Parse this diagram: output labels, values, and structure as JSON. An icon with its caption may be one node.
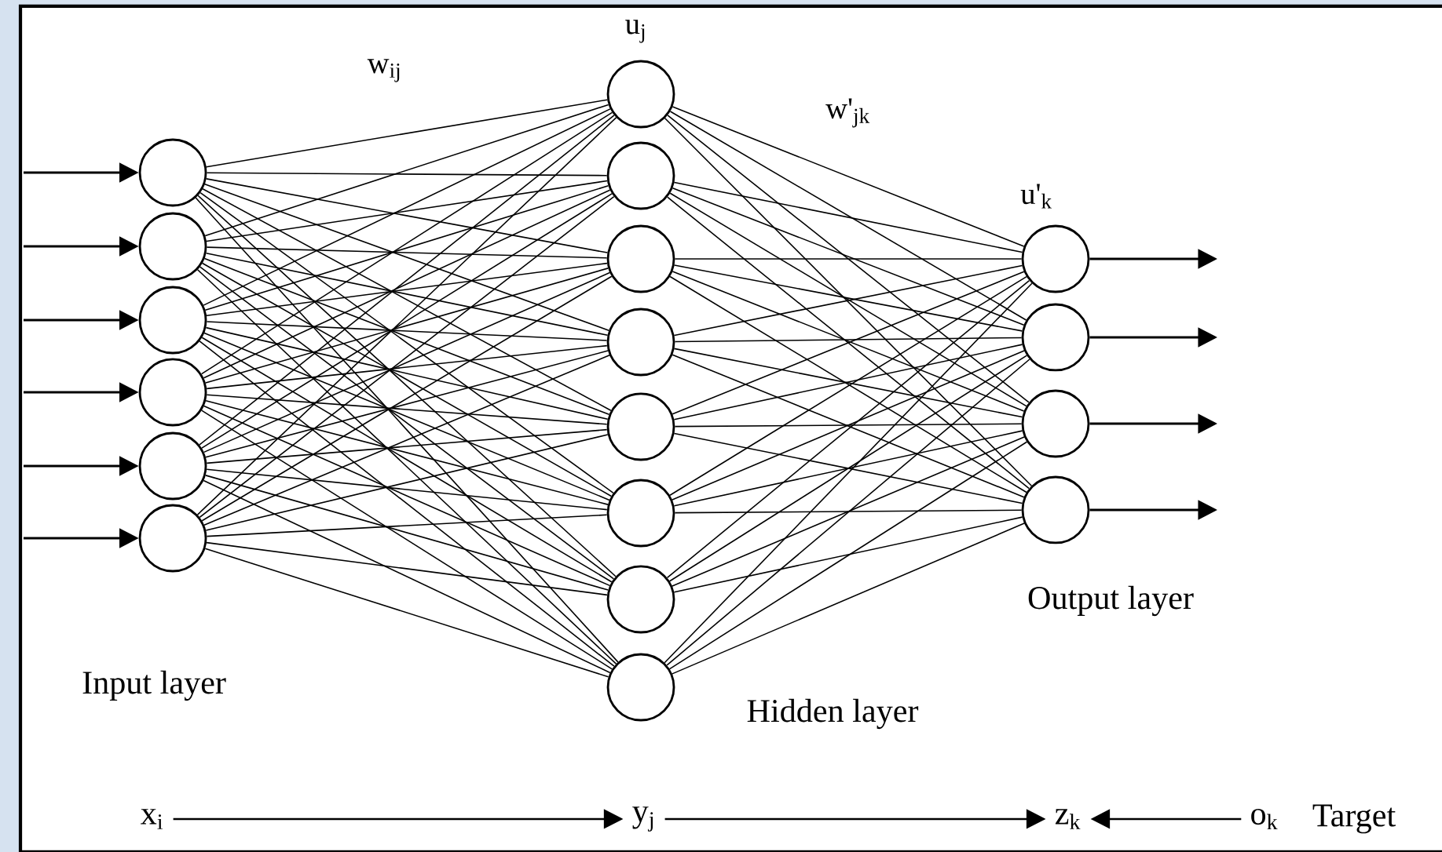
{
  "diagram": {
    "nodes": [
      {
        "text": [],
        "shape": "circle"
      },
      {
        "text": [],
        "shape": "circle"
      },
      {
        "text": [],
        "shape": "circle"
      },
      {
        "text": [],
        "shape": "circle"
      },
      {
        "text": [],
        "shape": "circle"
      },
      {
        "text": [],
        "shape": "circle"
      },
      {
        "text": [],
        "shape": "circle"
      },
      {
        "text": [],
        "shape": "circle"
      },
      {
        "text": [],
        "shape": "circle"
      },
      {
        "text": [],
        "shape": "circle"
      },
      {
        "text": [],
        "shape": "circle"
      },
      {
        "text": [],
        "shape": "circle"
      },
      {
        "text": [],
        "shape": "circle"
      },
      {
        "text": [],
        "shape": "circle"
      },
      {
        "text": [],
        "shape": "circle"
      },
      {
        "text": [],
        "shape": "circle"
      },
      {
        "text": [],
        "shape": "circle"
      },
      {
        "text": [],
        "shape": "circle"
      },
      {
        "text": [
          "x$_{i}$"
        ]
      },
      {
        "text": [
          "y$_{j}$"
        ]
      },
      {
        "text": [
          "z$_{k}$"
        ]
      },
      {
        "text": [
          "o$_{k}$"
        ]
      }
    ],
    "edges": [
      {
        "from": null,
        "to": 0,
        "arrow": "to"
      },
      {
        "from": null,
        "to": 1,
        "arrow": "to"
      },
      {
        "from": null,
        "to": 2,
        "arrow": "to"
      },
      {
        "from": null,
        "to": 3,
        "arrow": "to"
      },
      {
        "from": null,
        "to": 4,
        "arrow": "to"
      },
      {
        "from": null,
        "to": 5,
        "arrow": "to"
      },
      {
        "from": 0,
        "to": 6,
        "arrow": "none"
      },
      {
        "from": 0,
        "to": 7,
        "arrow": "none"
      },
      {
        "from": 0,
        "to": 8,
        "arrow": "none"
      },
      {
        "from": 0,
        "to": 9,
        "arrow": "none"
      },
      {
        "from": 0,
        "to": 10,
        "arrow": "none"
      },
      {
        "from": 0,
        "to": 11,
        "arrow": "none"
      },
      {
        "from": 0,
        "to": 12,
        "arrow": "none"
      },
      {
        "from": 0,
        "to": 13,
        "arrow": "none"
      },
      {
        "from": 1,
        "to": 6,
        "arrow": "none"
      },
      {
        "from": 1,
        "to": 7,
        "arrow": "none"
      },
      {
        "from": 1,
        "to": 8,
        "arrow": "none"
      },
      {
        "from": 1,
        "to": 9,
        "arrow": "none"
      },
      {
        "from": 1,
        "to": 10,
        "arrow": "none"
      },
      {
        "from": 1,
        "to": 11,
        "arrow": "none"
      },
      {
        "from": 1,
        "to": 12,
        "arrow": "none"
      },
      {
        "from": 1,
        "to": 13,
        "arrow": "none"
      },
      {
        "from": 2,
        "to": 6,
        "arrow": "none"
      },
      {
        "from": 2,
        "to": 7,
        "arrow": "none"
      },
      {
        "from": 2,
        "to": 8,
        "arrow": "none"
      },
      {
        "from": 2,
        "to": 9,
        "arrow": "none"
      },
      {
        "from": 2,
        "to": 10,
        "arrow": "none"
      },
      {
        "from": 2,
        "to": 11,
        "arrow": "none"
      },
      {
        "from": 2,
        "to": 12,
        "arrow": "none"
      },
      {
        "from": 2,
        "to": 13,
        "arrow": "none"
      },
      {
        "from": 3,
        "to": 6,
        "arrow": "none"
      },
      {
        "from": 3,
        "to": 7,
        "arrow": "none"
      },
      {
        "from": 3,
        "to": 8,
        "arrow": "none"
      },
      {
        "from": 3,
        "to": 9,
        "arrow": "none"
      },
      {
        "from": 3,
        "to": 10,
        "arrow": "none"
      },
      {
        "from": 3,
        "to": 11,
        "arrow": "none"
      },
      {
        "from": 3,
        "to": 12,
        "arrow": "none"
      },
      {
        "from": 3,
        "to": 13,
        "arrow": "none"
      },
      {
        "from": 4,
        "to": 6,
        "arrow": "none"
      },
      {
        "from": 4,
        "to": 7,
        "arrow": "none"
      },
      {
        "from": 4,
        "to": 8,
        "arrow": "none"
      },
      {
        "from": 4,
        "to": 9,
        "arrow": "none"
      },
      {
        "from": 4,
        "to": 10,
        "arrow": "none"
      },
      {
        "from": 4,
        "to": 11,
        "arrow": "none"
      },
      {
        "from": 4,
        "to": 12,
        "arrow": "none"
      },
      {
        "from": 4,
        "to": 13,
        "arrow": "none"
      },
      {
        "from": 5,
        "to": 6,
        "arrow": "none"
      },
      {
        "from": 5,
        "to": 7,
        "arrow": "none"
      },
      {
        "from": 5,
        "to": 8,
        "arrow": "none"
      },
      {
        "from": 5,
        "to": 9,
        "arrow": "none"
      },
      {
        "from": 5,
        "to": 10,
        "arrow": "none"
      },
      {
        "from": 5,
        "to": 11,
        "arrow": "none"
      },
      {
        "from": 5,
        "to": 12,
        "arrow": "none"
      },
      {
        "from": 5,
        "to": 13,
        "arrow": "none"
      },
      {
        "from": 6,
        "to": 14,
        "arrow": "none"
      },
      {
        "from": 6,
        "to": 15,
        "arrow": "none"
      },
      {
        "from": 6,
        "to": 16,
        "arrow": "none"
      },
      {
        "from": 6,
        "to": 17,
        "arrow": "none"
      },
      {
        "from": 7,
        "to": 14,
        "arrow": "none"
      },
      {
        "from": 7,
        "to": 15,
        "arrow": "none"
      },
      {
        "from": 7,
        "to": 16,
        "arrow": "none"
      },
      {
        "from": 7,
        "to": 17,
        "arrow": "none"
      },
      {
        "from": 8,
        "to": 14,
        "arrow": "none"
      },
      {
        "from": 8,
        "to": 15,
        "arrow": "none"
      },
      {
        "from": 8,
        "to": 16,
        "arrow": "none"
      },
      {
        "from": 8,
        "to": 17,
        "arrow": "none"
      },
      {
        "from": 9,
        "to": 14,
        "arrow": "none"
      },
      {
        "from": 9,
        "to": 15,
        "arrow": "none"
      },
      {
        "from": 9,
        "to": 16,
        "arrow": "none"
      },
      {
        "from": 9,
        "to": 17,
        "arrow": "none"
      },
      {
        "from": 10,
        "to": 14,
        "arrow": "none"
      },
      {
        "from": 10,
        "to": 15,
        "arrow": "none"
      },
      {
        "from": 10,
        "to": 16,
        "arrow": "none"
      },
      {
        "from": 10,
        "to": 17,
        "arrow": "none"
      },
      {
        "from": 11,
        "to": 14,
        "arrow": "none"
      },
      {
        "from": 11,
        "to": 15,
        "arrow": "none"
      },
      {
        "from": 11,
        "to": 16,
        "arrow": "none"
      },
      {
        "from": 11,
        "to": 17,
        "arrow": "none"
      },
      {
        "from": 12,
        "to": 14,
        "arrow": "none"
      },
      {
        "from": 12,
        "to": 15,
        "arrow": "none"
      },
      {
        "from": 12,
        "to": 16,
        "arrow": "none"
      },
      {
        "from": 12,
        "to": 17,
        "arrow": "none"
      },
      {
        "from": 13,
        "to": 14,
        "arrow": "none"
      },
      {
        "from": 13,
        "to": 15,
        "arrow": "none"
      },
      {
        "from": 13,
        "to": 16,
        "arrow": "none"
      },
      {
        "from": 13,
        "to": 17,
        "arrow": "none"
      },
      {
        "from": 14,
        "to": null,
        "arrow": "to"
      },
      {
        "from": 15,
        "to": null,
        "arrow": "to"
      },
      {
        "from": 16,
        "to": null,
        "arrow": "to"
      },
      {
        "from": 17,
        "to": null,
        "arrow": "to"
      },
      {
        "from": 18,
        "to": 19,
        "arrow": "to"
      },
      {
        "from": 19,
        "to": 20,
        "arrow": "to"
      },
      {
        "from": 21,
        "to": 20,
        "arrow": "to"
      }
    ],
    "labels": [
      "u$_{j}$",
      "w$_{ij}$",
      "w'$_{jk}$",
      "u'$_{k}$",
      "Output layer",
      "Input layer",
      "Hidden layer",
      "Target"
    ]
  }
}
